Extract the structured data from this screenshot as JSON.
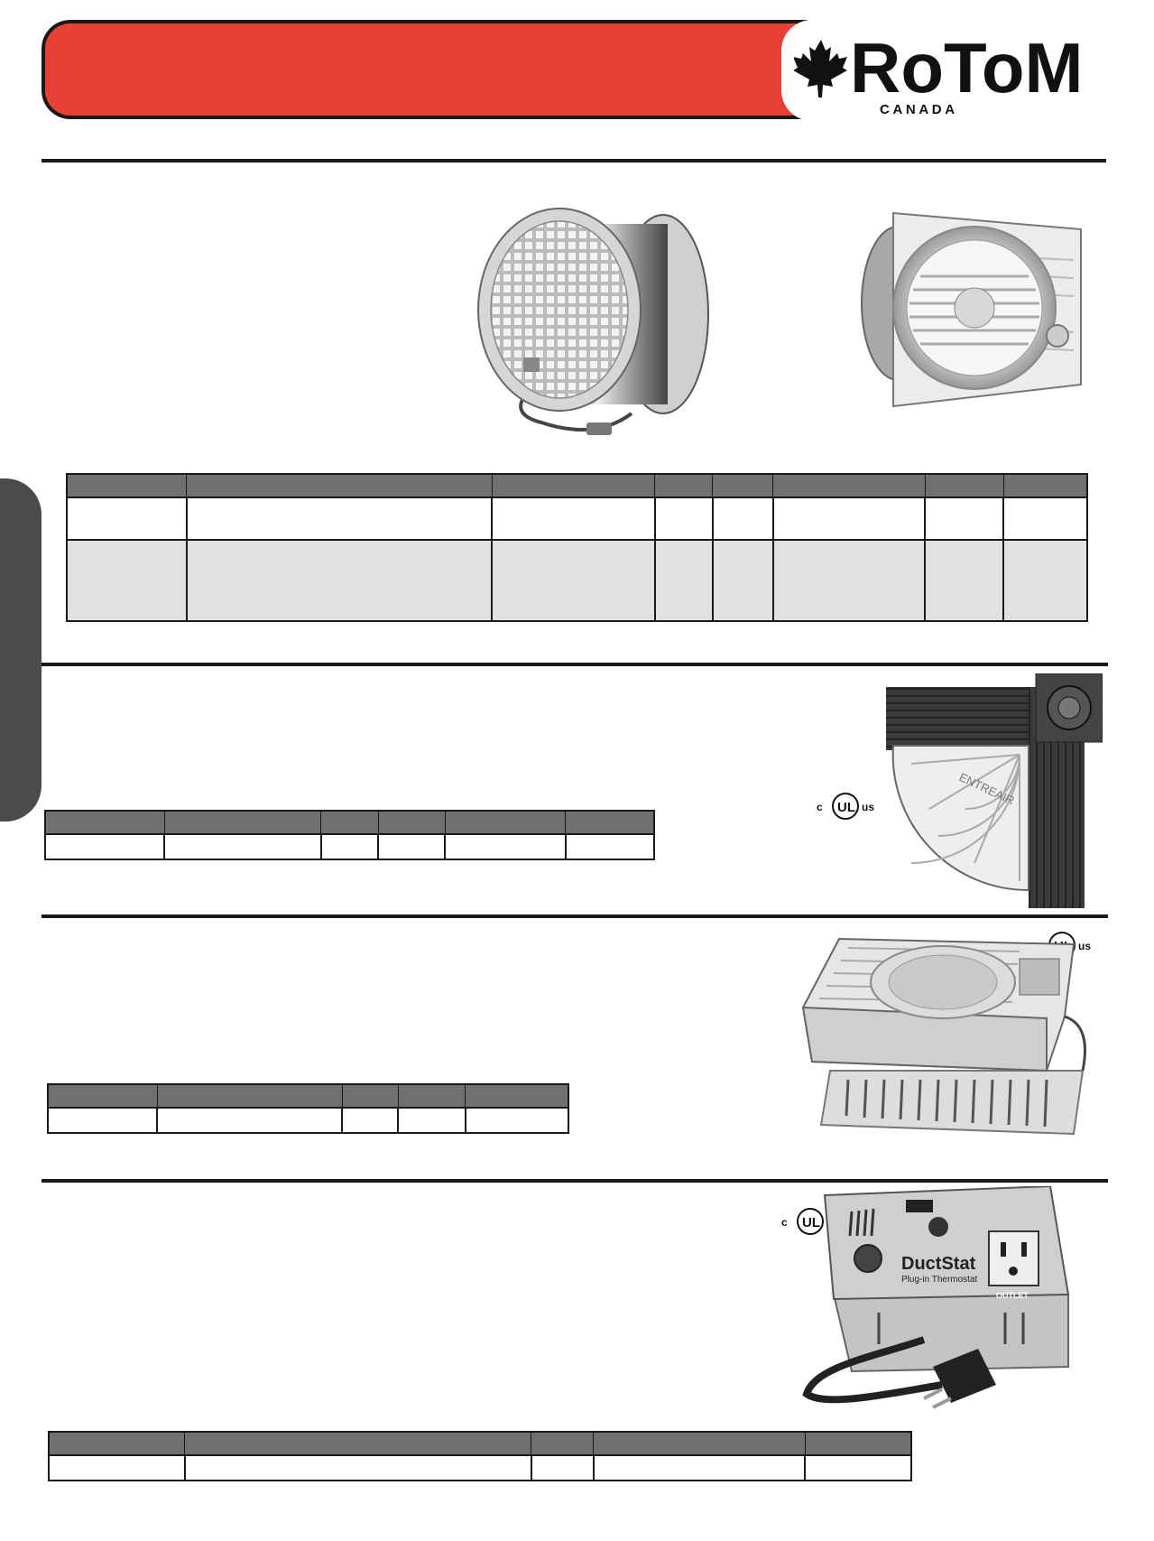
{
  "header": {
    "logo_wordmark": "RoToM",
    "logo_subtitle": "C A N A D A",
    "bar_color": "#e94035"
  },
  "icons": {
    "maple_leaf": "maple-leaf-icon",
    "ul_mark": "ul-certification-icon"
  },
  "certification": {
    "ul_prefix": "c",
    "ul_center": "UL",
    "ul_suffix": "us"
  },
  "products": [
    {
      "name": "round-duct-fan",
      "rows": 2,
      "cols": 8
    },
    {
      "name": "corner-door-fan",
      "rows": 1,
      "cols": 6
    },
    {
      "name": "floor-register-booster-fan",
      "rows": 1,
      "cols": 5
    },
    {
      "name": "plug-in-thermostat",
      "rows": 1,
      "cols": 5
    }
  ],
  "thermostat_label": {
    "brand": "DuctStat",
    "subtitle": "Plug-in Thermostat",
    "outlet": "OUTLET"
  },
  "fan_label": "ENTREAIR"
}
